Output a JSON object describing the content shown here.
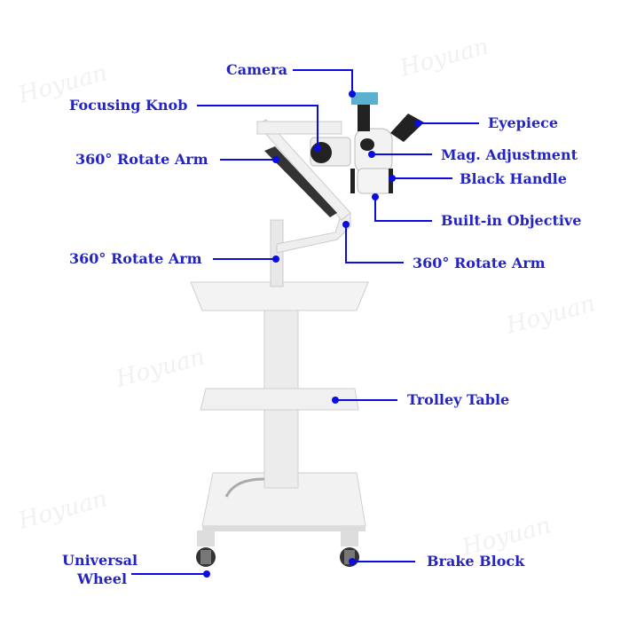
{
  "watermark": "Hoyuan",
  "labels": {
    "camera": "Camera",
    "focusing_knob": "Focusing Knob",
    "rotate_arm_1": "360° Rotate Arm",
    "rotate_arm_2": "360° Rotate Arm",
    "rotate_arm_3": "360° Rotate Arm",
    "eyepiece": "Eyepiece",
    "mag_adjustment": "Mag. Adjustment",
    "black_handle": "Black Handle",
    "builtin_objective": "Built-in Objective",
    "trolley_table": "Trolley Table",
    "universal_wheel_1": "Universal",
    "universal_wheel_2": "Wheel",
    "brake_block": "Brake Block"
  },
  "colors": {
    "label": "#2424c4",
    "leader": "#0c0ce0"
  }
}
